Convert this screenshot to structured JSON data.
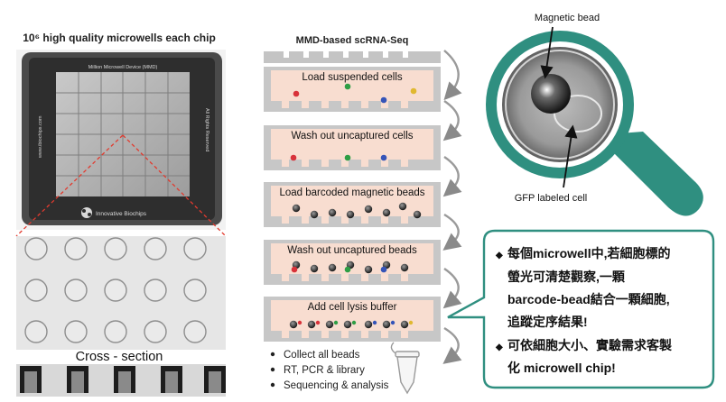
{
  "left_panel": {
    "title": "10⁶ high quality microwells each chip",
    "chip_label": "Million Microwell Device (MMD)",
    "chip_side_left": "www.ibiochips.com",
    "chip_side_right": "All Rights Reserved",
    "chip_brand": "Innovative Biochips",
    "cross_section_label": "Cross - section"
  },
  "workflow": {
    "title": "MMD-based scRNA-Seq",
    "steps": [
      {
        "label": "Load suspended cells"
      },
      {
        "label": "Wash out uncaptured cells"
      },
      {
        "label": "Load barcoded magnetic beads"
      },
      {
        "label": "Wash out uncaptured beads"
      },
      {
        "label": "Add cell lysis buffer"
      }
    ],
    "bullets": [
      "Collect all beads",
      "RT, PCR & library",
      "Sequencing & analysis"
    ]
  },
  "magnifier": {
    "bead_label": "Magnetic bead",
    "cell_label": "GFP labeled cell"
  },
  "callout": {
    "bullet_symbol": "◆",
    "lines": [
      "每個microwell中,若細胞標的",
      "螢光可清楚觀察,一顆",
      "barcode-bead結合一顆細胞,",
      "追蹤定序結果!",
      "可依細胞大小、實驗需求客製",
      "化 microwell chip!"
    ]
  },
  "colors": {
    "chip_dark": "#3a3a3a",
    "chip_light": "#b9b9b9",
    "channel_gray": "#c7c7c7",
    "pink_liquid": "#f8ddd0",
    "teal": "#2f8f80",
    "red_dash": "#e23a2e",
    "cell_red": "#d8323a",
    "cell_green": "#2e9e45",
    "cell_blue": "#3554b8",
    "cell_yellow": "#e0b830",
    "bead_dark": "#333333"
  }
}
